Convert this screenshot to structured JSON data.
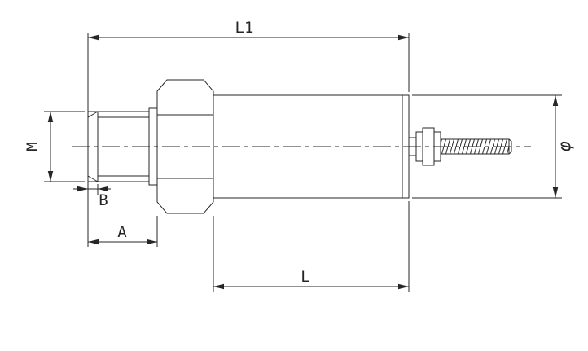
{
  "drawing_labels": {
    "l1": "L1",
    "m": "M",
    "b": "B",
    "a": "A",
    "l": "L",
    "phi": "φ"
  },
  "colors": {
    "line": "#262626",
    "background": "#ffffff"
  }
}
